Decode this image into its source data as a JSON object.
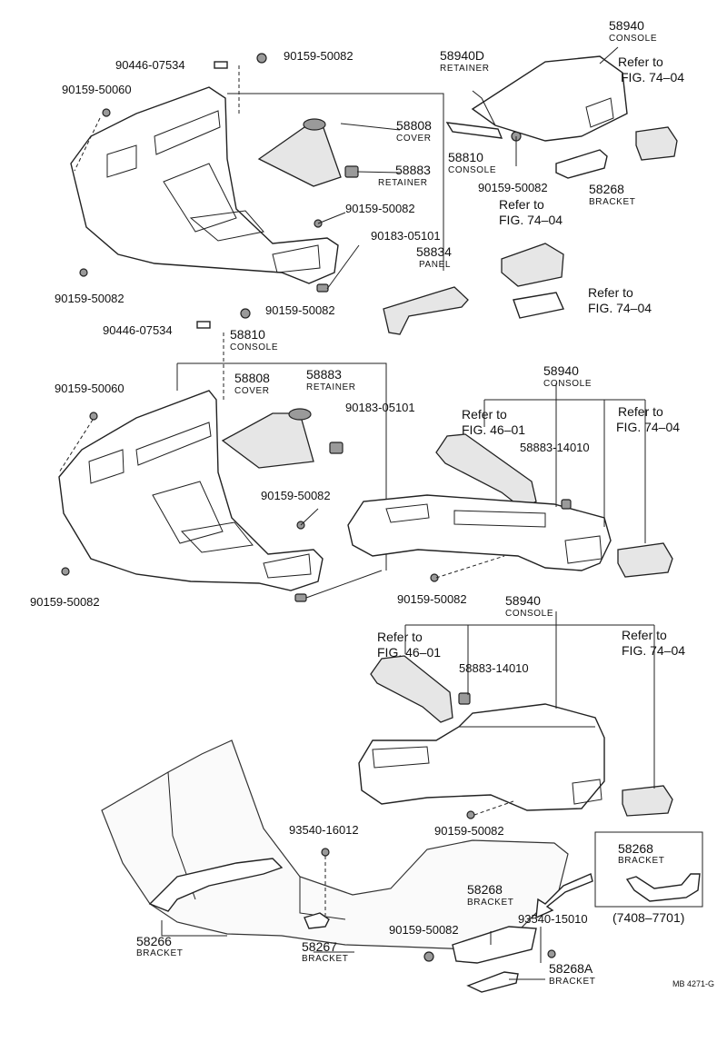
{
  "labels": {
    "c1_console_pn": "58940",
    "c1_console_nm": "CONSOLE",
    "c1_ref": "Refer to",
    "c1_fig": "FIG. 74–04",
    "c1_retainer_pn": "58940D",
    "c1_retainer_nm": "RETAINER",
    "c1_p90446": "90446-07534",
    "c1_p50082a": "90159-50082",
    "c1_p50060": "90159-50060",
    "c1_cover_pn": "58808",
    "c1_cover_nm": "COVER",
    "c1_console2_pn": "58810",
    "c1_console2_nm": "CONSOLE",
    "c1_ret2_pn": "58883",
    "c1_ret2_nm": "RETAINER",
    "c1_p50082b": "90159-50082",
    "c1_bracket_pn": "58268",
    "c1_bracket_nm": "BRACKET",
    "c1_p50082c": "90159-50082",
    "c1_p05101": "90183-05101",
    "c1_ref2": "Refer to",
    "c1_fig2": "FIG. 74–04",
    "c1_panel_pn": "58834",
    "c1_panel_nm": "PANEL",
    "c1_p50082d": "90159-50082",
    "c1_ref3": "Refer to",
    "c1_fig3": "FIG. 74–04",
    "c2_p90446": "90446-07534",
    "c2_p50082a": "90159-50082",
    "c2_console_pn": "58810",
    "c2_console_nm": "CONSOLE",
    "c2_p50060": "90159-50060",
    "c2_cover_pn": "58808",
    "c2_cover_nm": "COVER",
    "c2_ret_pn": "58883",
    "c2_ret_nm": "RETAINER",
    "c2_p05101": "90183-05101",
    "c2_p50082b": "90159-50082",
    "c2_p50082c": "90159-50082",
    "c3_console_pn": "58940",
    "c3_console_nm": "CONSOLE",
    "c3_refA": "Refer to",
    "c3_figA": "FIG. 46–01",
    "c3_refB": "Refer to",
    "c3_figB": "FIG. 74–04",
    "c3_p14010": "58883-14010",
    "c3_p50082": "90159-50082",
    "c4_console_pn": "58940",
    "c4_console_nm": "CONSOLE",
    "c4_refA": "Refer to",
    "c4_figA": "FIG. 46–01",
    "c4_refB": "Refer to",
    "c4_figB": "FIG. 74–04",
    "c4_p14010": "58883-14010",
    "c4_p50082": "90159-50082",
    "f_p16012": "93540-16012",
    "f_b58266_pn": "58266",
    "f_b58266_nm": "BRACKET",
    "f_b58267_pn": "58267",
    "f_b58267_nm": "BRACKET",
    "f_p50082": "90159-50082",
    "f_b58268_pn": "58268",
    "f_b58268_nm": "BRACKET",
    "f_p15010": "93540-15010",
    "f_b58268A_pn": "58268A",
    "f_b58268A_nm": "BRACKET",
    "inset_pn": "58268",
    "inset_nm": "BRACKET",
    "inset_range": "(7408–7701)",
    "footer_code": "MB 4271-G"
  }
}
